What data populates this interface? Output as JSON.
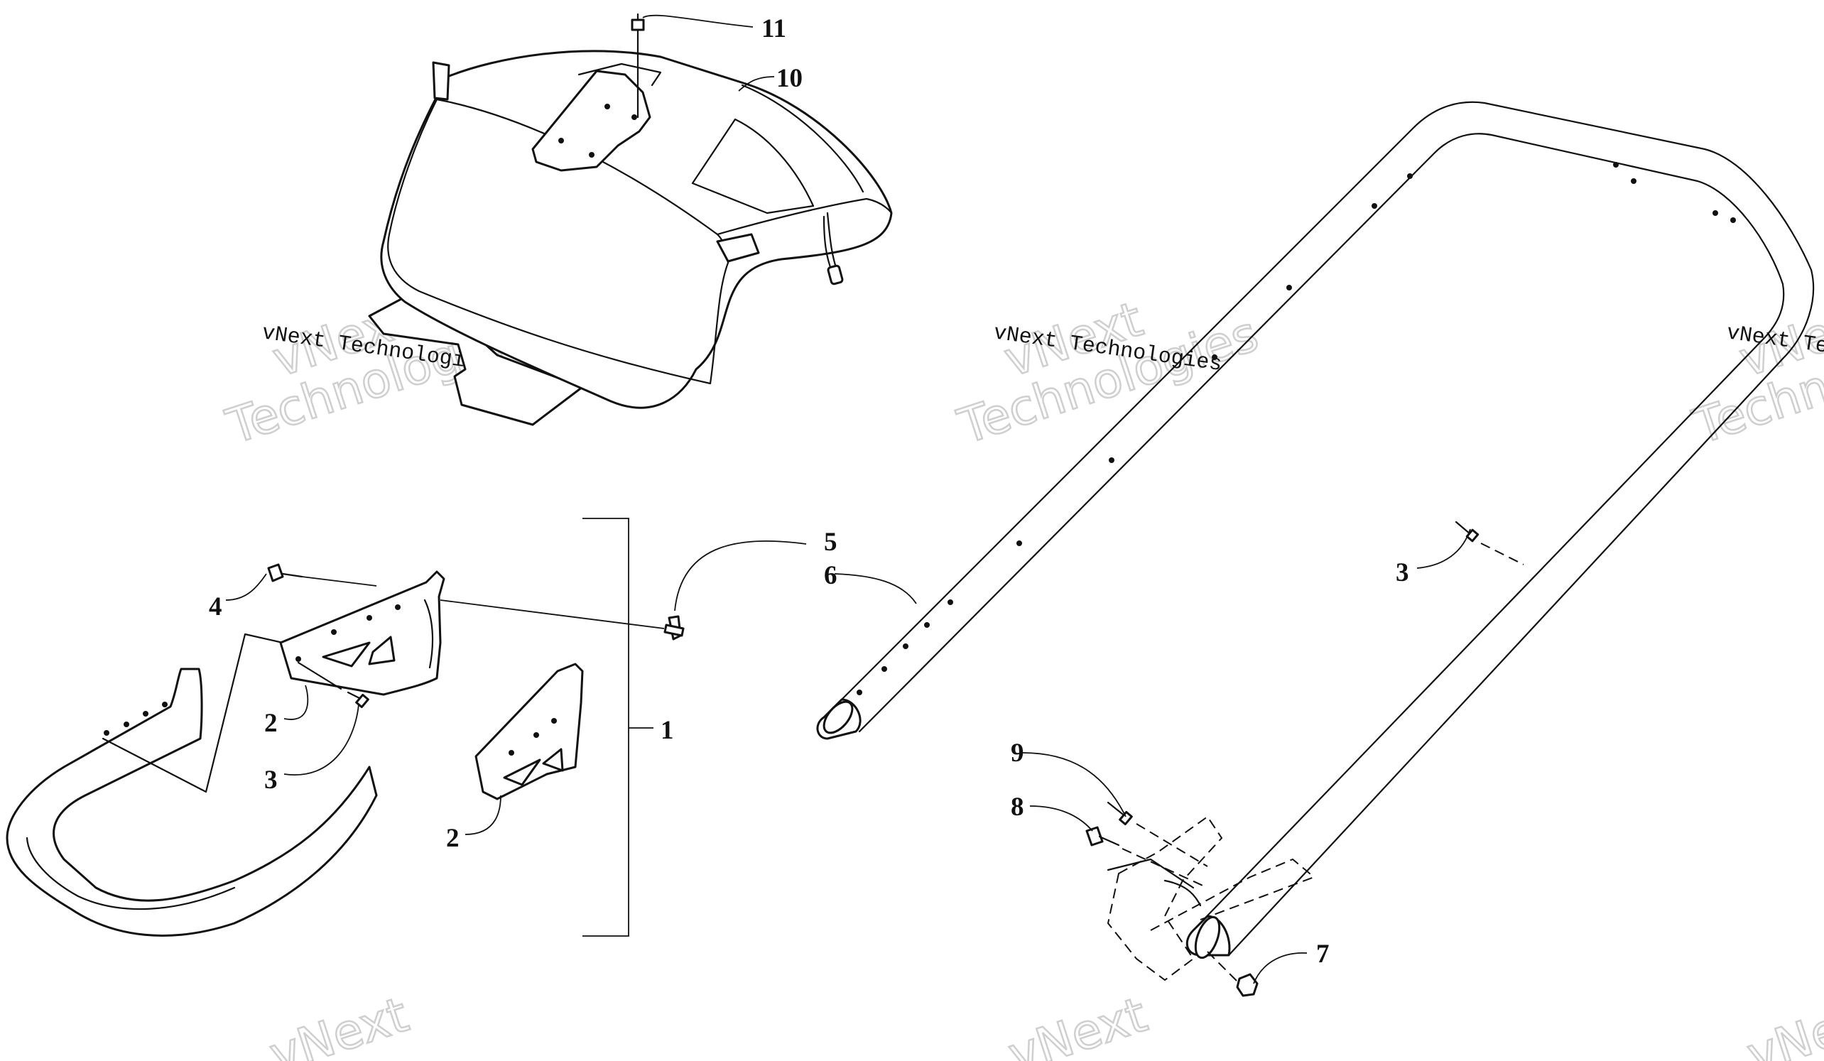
{
  "callouts": {
    "c1": "1",
    "c2a": "2",
    "c2b": "2",
    "c3a": "3",
    "c3b": "3",
    "c4": "4",
    "c5": "5",
    "c6": "6",
    "c7": "7",
    "c8": "8",
    "c9": "9",
    "c10": "10",
    "c11": "11"
  },
  "watermark": {
    "company": "vNext Technologies",
    "line1": "vNext",
    "line2": "Technologies"
  }
}
